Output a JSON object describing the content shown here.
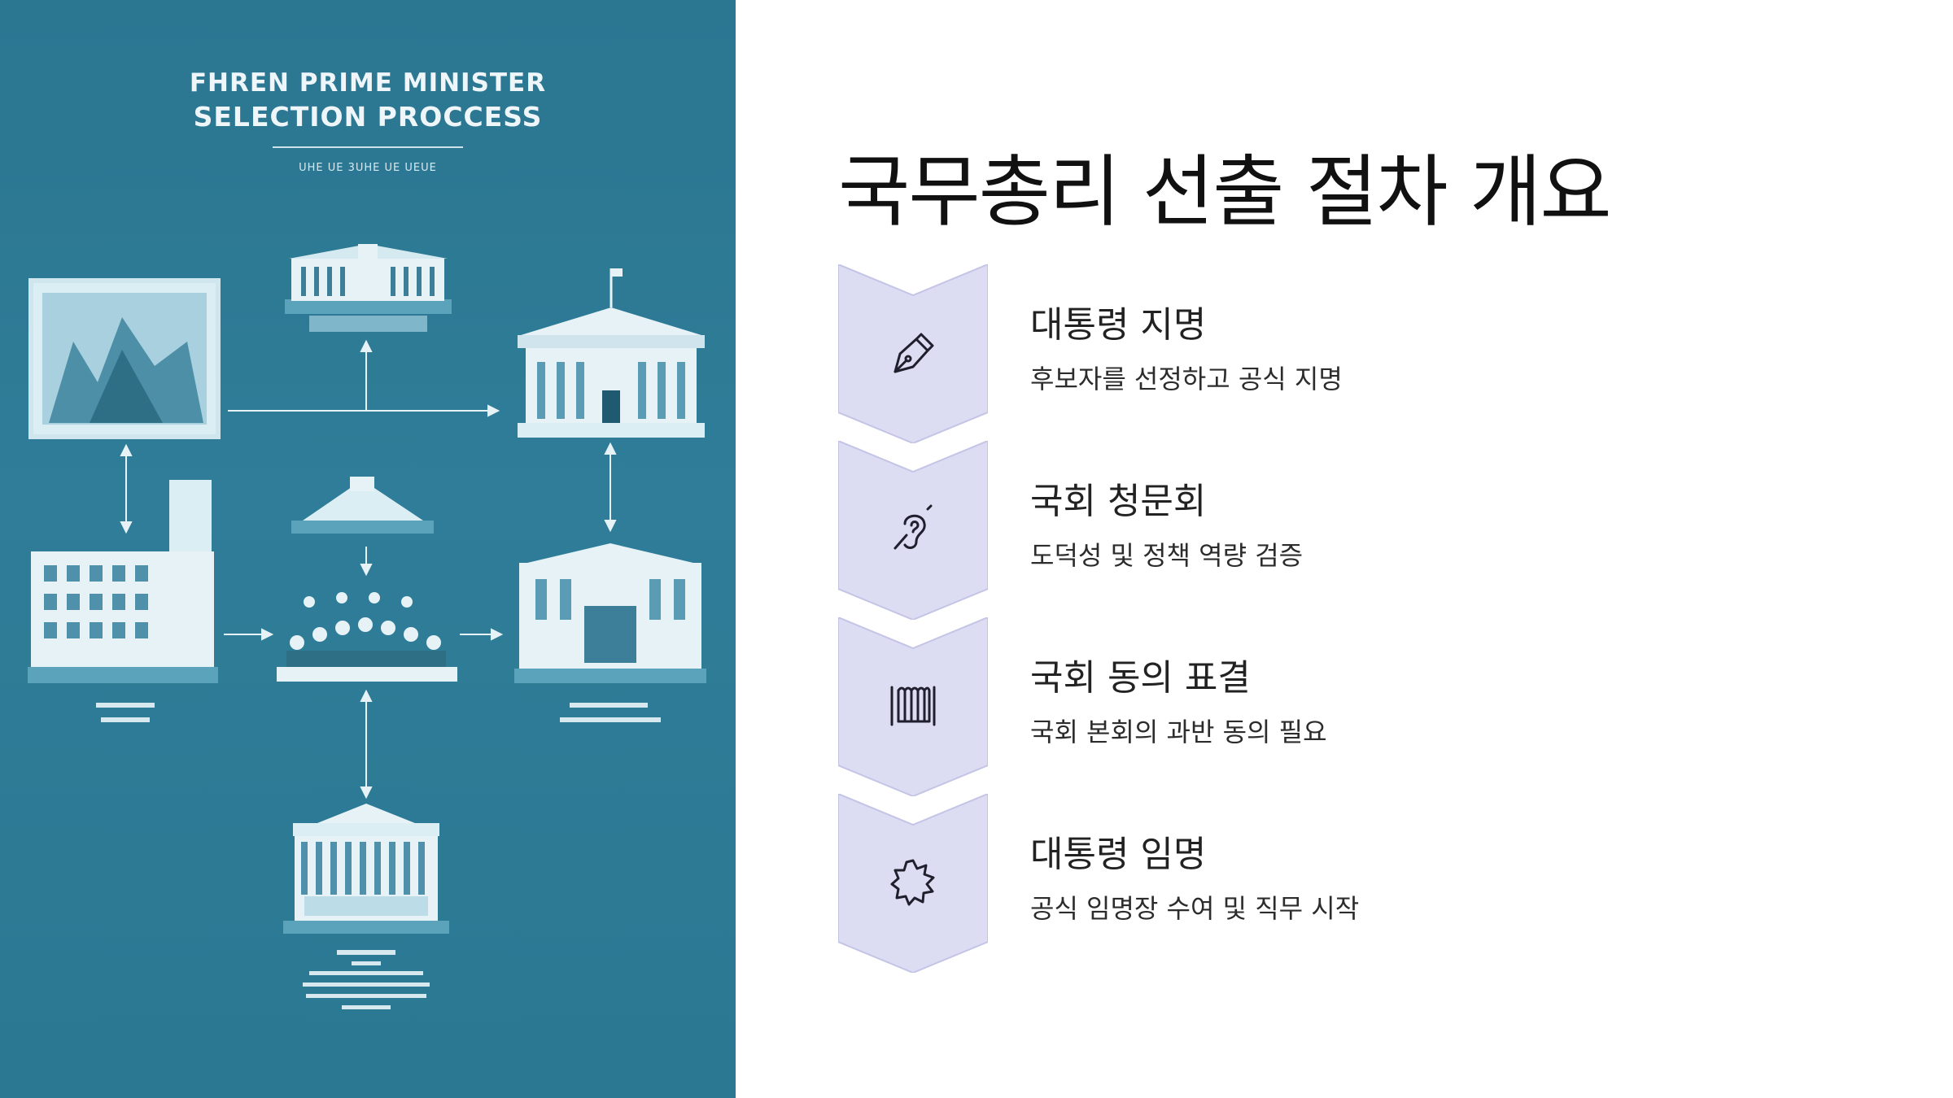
{
  "poster": {
    "title_line1": "FHREN PRIME MINISTER",
    "title_line2": "SELECTION PROCCESS",
    "subtitle": "UHE UE 3UHE UE UEUE"
  },
  "main": {
    "title": "국무총리 선출 절차 개요"
  },
  "steps": [
    {
      "title": "대통령 지명",
      "desc": "후보자를 선정하고 공식 지명",
      "icon": "fountain-pen-icon"
    },
    {
      "title": "국회 청문회",
      "desc": "도덕성 및 정책 역량 검증",
      "icon": "hearing-icon"
    },
    {
      "title": "국회 동의 표결",
      "desc": "국회 본회의 과반 동의 필요",
      "icon": "radiator-icon"
    },
    {
      "title": "대통령 임명",
      "desc": "공식 임명장 수여 및 직무 시작",
      "icon": "badge-seal-icon"
    }
  ],
  "colors": {
    "panel_bg": "#2b7691",
    "chevron_fill": "#dcdcf2",
    "chevron_stroke": "#c4c4e6",
    "icon_stroke": "#1f1f2e"
  }
}
